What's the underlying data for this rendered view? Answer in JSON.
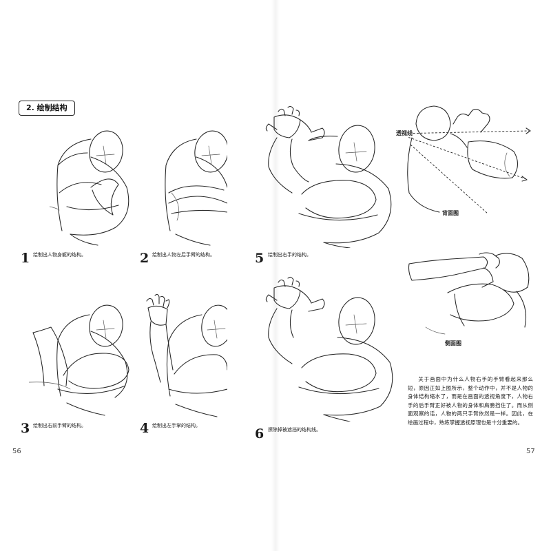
{
  "section": {
    "title": "2. 绘制结构"
  },
  "steps": [
    {
      "number": "1",
      "caption": "绘制出人物身躯的结构。"
    },
    {
      "number": "2",
      "caption": "绘制出人物左后手臂的结构。"
    },
    {
      "number": "3",
      "caption": "绘制出右前手臂的结构。"
    },
    {
      "number": "4",
      "caption": "绘制出左手掌的结构。"
    },
    {
      "number": "5",
      "caption": "绘制出右手的结构。"
    },
    {
      "number": "6",
      "caption": "擦除掉被遮挡的结构线。"
    }
  ],
  "labels": {
    "perspective_line": "透视线",
    "back_view": "背面图",
    "side_view": "侧面图"
  },
  "body_text": "关于画面中为什么人物右手的手臂看起来那么短，原因正如上图所示，整个动作中，并不是人物的身体结构缩水了，而是在画面的透视角度下，人物右手的后手臂正好被人物的身体和肩膀挡住了。而从侧面观察的话，人物的两只手臂依然是一样。因此，在绘画过程中，熟练掌握透视原理也是十分重要的。",
  "page_numbers": {
    "left": "56",
    "right": "57"
  }
}
